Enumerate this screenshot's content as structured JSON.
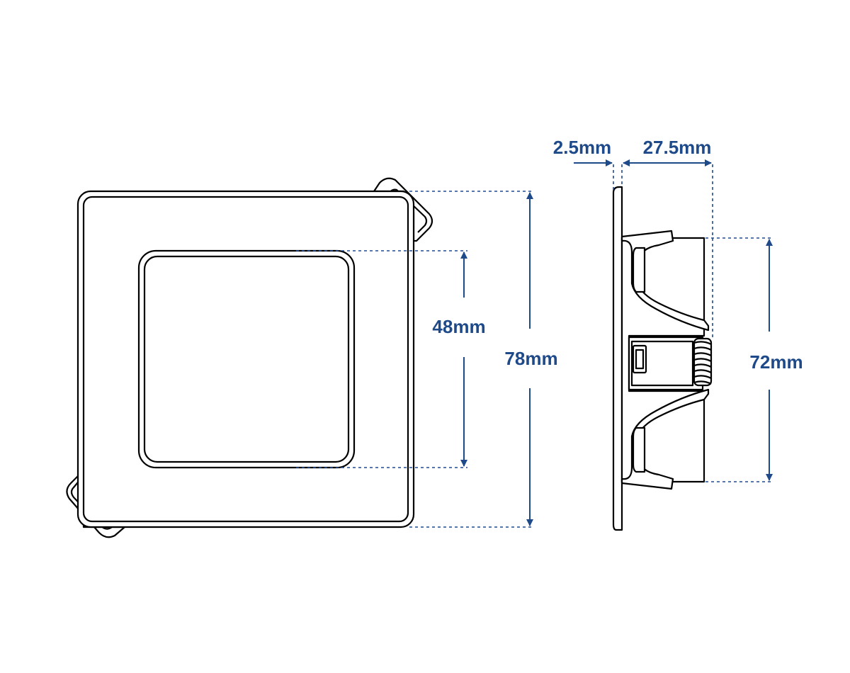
{
  "colors": {
    "dimension": "#1f4a8a",
    "outline": "#000000",
    "background": "#ffffff"
  },
  "front_view": {
    "inner_size_label": "48mm",
    "outer_size_label": "78mm"
  },
  "side_view": {
    "plate_thickness_label": "2.5mm",
    "depth_label": "27.5mm",
    "cutout_height_label": "72mm"
  }
}
